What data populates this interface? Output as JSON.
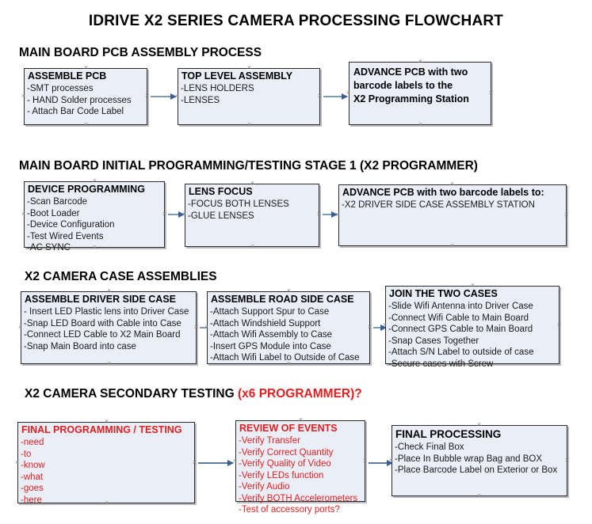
{
  "document": {
    "title": "IDRIVE X2  SERIES CAMERA PROCESSING FLOWCHART"
  },
  "sections": [
    {
      "id": "main-board-pcb-assembly",
      "title": "MAIN BOARD PCB ASSEMBLY PROCESS",
      "title_accent": "",
      "boxes": [
        {
          "id": "assemble-pcb",
          "title": "ASSEMBLE PCB",
          "lines": [
            "-SMT processes",
            "- HAND Solder processes",
            "- Attach Bar Code Label"
          ],
          "color": "black"
        },
        {
          "id": "top-level-assembly",
          "title": "TOP LEVEL ASSEMBLY",
          "lines": [
            "-LENS HOLDERS",
            "-LENSES"
          ],
          "color": "black"
        },
        {
          "id": "advance-pcb-programming-station",
          "title_lines": [
            "ADVANCE PCB with two",
            "barcode labels to the",
            " X2 Programming Station"
          ],
          "lines": [],
          "color": "black"
        }
      ]
    },
    {
      "id": "main-board-initial-programming",
      "title": "MAIN BOARD INITIAL PROGRAMMING/TESTING STAGE 1 (X2 PROGRAMMER)",
      "title_accent": "",
      "boxes": [
        {
          "id": "device-programming",
          "title": "DEVICE PROGRAMMING",
          "lines": [
            "-Scan Barcode",
            "-Boot Loader",
            "-Device Configuration",
            "-Test Wired Events",
            "-AC SYNC"
          ],
          "color": "black"
        },
        {
          "id": "lens-focus",
          "title": "LENS FOCUS",
          "lines": [
            "-FOCUS BOTH LENSES",
            "-GLUE LENSES"
          ],
          "color": "black"
        },
        {
          "id": "advance-pcb-driver-side-case",
          "title": "ADVANCE PCB with two barcode labels to:",
          "lines": [
            "-X2 DRIVER  SIDE  CASE  ASSEMBLY STATION"
          ],
          "color": "black"
        }
      ]
    },
    {
      "id": "x2-camera-case-assemblies",
      "title": "X2 CAMERA CASE ASSEMBLIES",
      "title_accent": "",
      "boxes": [
        {
          "id": "assemble-driver-side-case",
          "title": "ASSEMBLE DRIVER SIDE CASE",
          "lines": [
            "- Insert LED Plastic lens into Driver Case",
            "-Snap LED Board with Cable into Case",
            "-Connect LED Cable to X2 Main Board",
            "-Snap Main Board into case"
          ],
          "color": "black"
        },
        {
          "id": "assemble-road-side-case",
          "title": "ASSEMBLE ROAD SIDE CASE",
          "lines": [
            "-Attach Support Spur to Case",
            "-Attach Windshield Support",
            "-Attach Wifi Assembly to Case",
            "-Insert GPS Module into Case",
            "-Attach Wifi Label to Outside of Case"
          ],
          "color": "black"
        },
        {
          "id": "join-the-two-cases",
          "title": "JOIN THE TWO CASES",
          "lines": [
            "-Slide Wifi Antenna into Driver Case",
            "-Connect Wifi Cable to Main Board",
            "-Connect GPS Cable to Main Board",
            "-Snap Cases Together",
            "-Attach S/N Label to outside of case",
            "-Secure cases with Screw"
          ],
          "color": "black"
        }
      ]
    },
    {
      "id": "x2-camera-secondary-testing",
      "title": "X2 CAMERA SECONDARY TESTING ",
      "title_accent": "(x6 PROGRAMMER)?",
      "boxes": [
        {
          "id": "final-programming-testing",
          "title": "FINAL PROGRAMMING / TESTING",
          "lines": [
            "-need",
            "-to",
            "-know",
            "-what",
            "-goes",
            "-here"
          ],
          "color": "red"
        },
        {
          "id": "review-of-events",
          "title": "REVIEW OF EVENTS",
          "lines": [
            "-Verify Transfer",
            "-Verify Correct Quantity",
            "-Verify Quality of Video",
            "-Verify LEDs function",
            "-Verify Audio",
            "-Verify BOTH Accelerometers",
            "-Test of accessory ports?"
          ],
          "color": "red"
        },
        {
          "id": "final-processing",
          "title": "FINAL PROCESSING",
          "lines": [
            " -Check Final Box",
            "-Place In Bubble wrap Bag and BOX",
            "-Place Barcode Label on Exterior or Box"
          ],
          "color": "black"
        }
      ]
    }
  ],
  "colors": {
    "box_fill": "#e9eef7",
    "box_border": "#2a2a2a",
    "connector": "#7b9ab8",
    "arrow_head": "#3a5d94",
    "accent_red": "#e02020",
    "text": "#000000",
    "handle": "#8a8a8a"
  },
  "icons": {
    "handle": "selection-handle-x",
    "arrow": "flow-arrow-right"
  }
}
